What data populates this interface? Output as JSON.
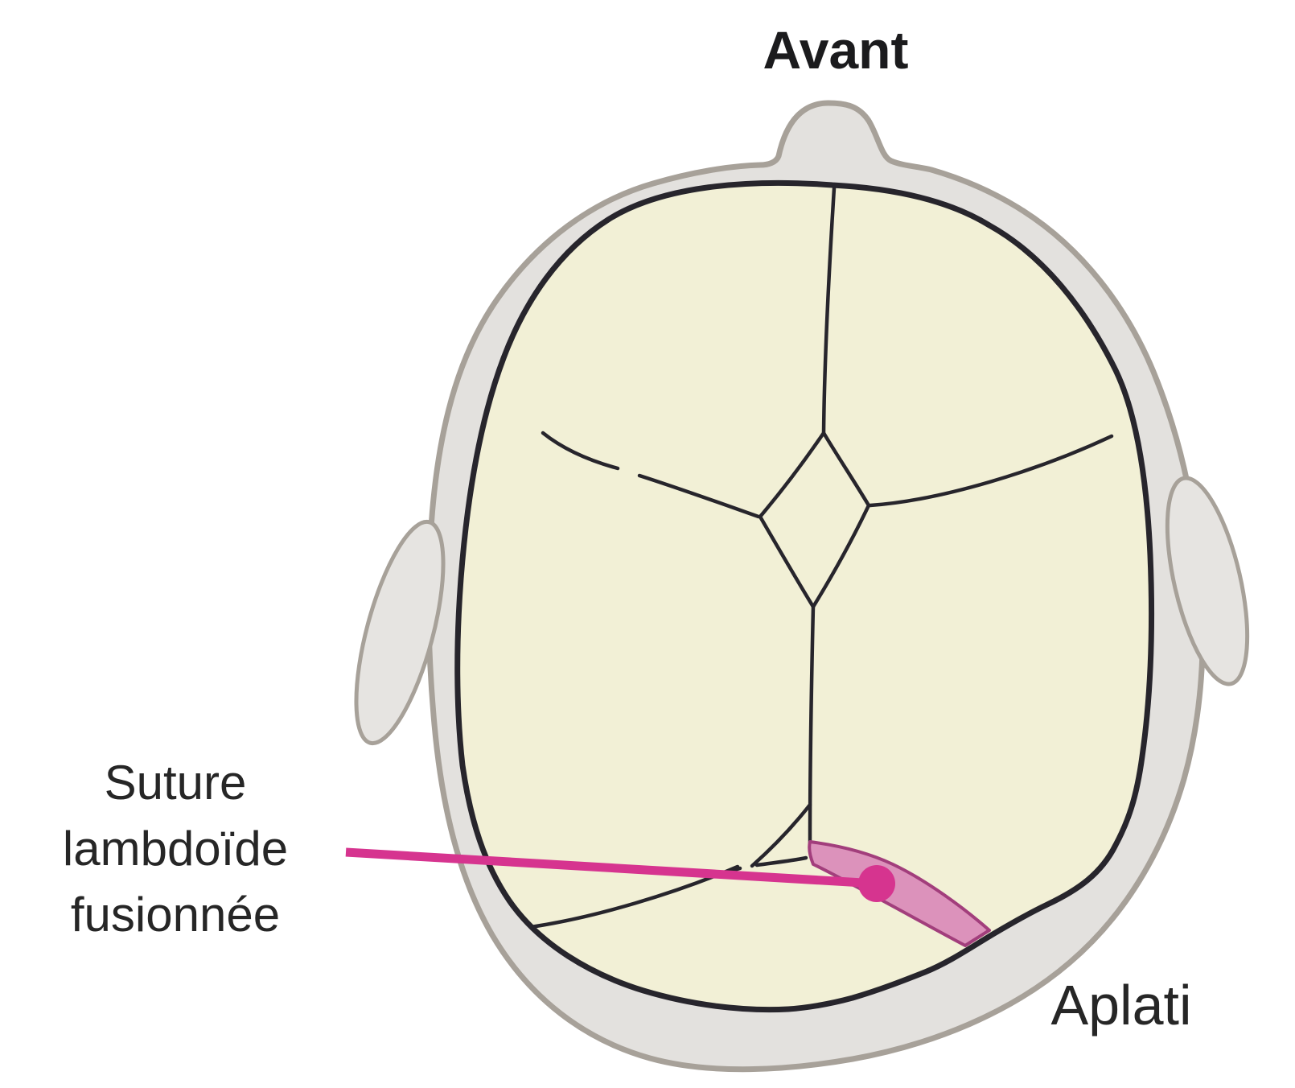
{
  "figure": {
    "title": "Avant",
    "callout_label": {
      "line1": "Suture",
      "line2": "lambdoïde",
      "line3": "fusionnée"
    },
    "flattened_label": "Aplati"
  },
  "colors": {
    "background": "#ffffff",
    "head_fill": "#e3e1de",
    "head_stroke": "#a7a199",
    "ear_fill": "#e6e4e1",
    "ear_stroke": "#a7a199",
    "skull_fill": "#f2f0d6",
    "skull_stroke": "#27252c",
    "suture_stroke": "#27252c",
    "fused_suture_fill": "#dc92bb",
    "fused_suture_stroke": "#a23e7c",
    "callout_pink": "#d6348f",
    "title_text": "#1b1b1d",
    "label_text": "#262626"
  }
}
